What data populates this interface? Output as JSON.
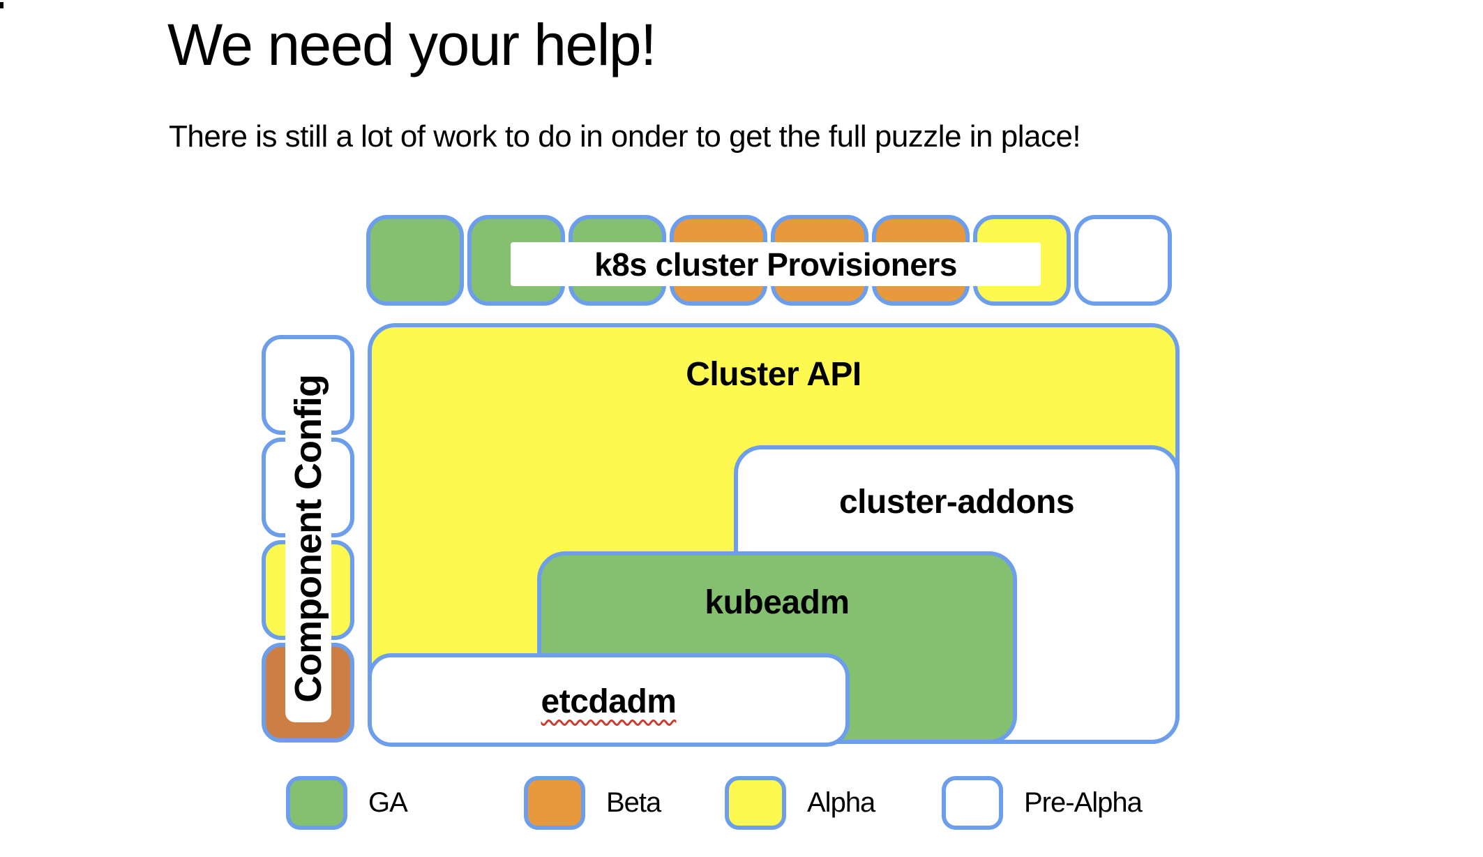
{
  "slide": {
    "title": "We need your help!",
    "subtitle": "There is still a lot of work to do in onder to get the full puzzle in place!"
  },
  "diagram": {
    "provisioners": {
      "label": "k8s cluster Provisioners",
      "squares": [
        "ga",
        "ga",
        "ga",
        "beta",
        "beta",
        "beta",
        "alpha",
        "pre_alpha"
      ]
    },
    "component_config": {
      "label": "Component Config",
      "squares": [
        "pre_alpha",
        "pre_alpha",
        "alpha",
        "beta_dark"
      ]
    },
    "boxes": {
      "cluster-api": {
        "label": "Cluster API",
        "status": "alpha"
      },
      "cluster-addons": {
        "label": "cluster-addons",
        "status": "pre_alpha"
      },
      "kubeadm": {
        "label": "kubeadm",
        "status": "ga"
      },
      "etcdadm": {
        "label": "etcdadm",
        "status": "pre_alpha",
        "spellcheck_squiggle": true
      }
    }
  },
  "legend": {
    "items": [
      {
        "label": "GA",
        "status": "ga"
      },
      {
        "label": "Beta",
        "status": "beta"
      },
      {
        "label": "Alpha",
        "status": "alpha"
      },
      {
        "label": "Pre-Alpha",
        "status": "pre_alpha"
      }
    ]
  },
  "colors": {
    "ga": "#84c06f",
    "beta": "#e8993b",
    "alpha": "#fdf950",
    "pre_alpha": "#ffffff",
    "beta_dark": "#cd7e44",
    "border": "#6d9eeb",
    "squiggle": "#cc3b2f",
    "text": "#000000",
    "background": "#ffffff"
  }
}
